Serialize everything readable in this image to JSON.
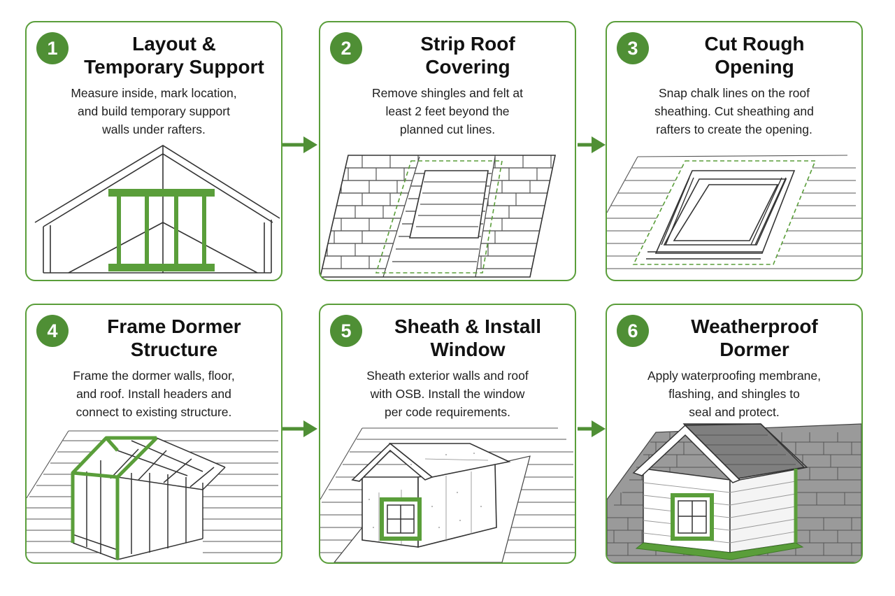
{
  "colors": {
    "accent": "#4f8f35",
    "border": "#5a9e3a",
    "line": "#333333"
  },
  "steps": [
    {
      "number": "1",
      "title": "Layout &\nTemporary Support",
      "description": "Measure inside, mark location,\nand build temporary support\nwalls under rafters."
    },
    {
      "number": "2",
      "title": "Strip Roof\nCovering",
      "description": "Remove shingles and felt at\nleast 2 feet beyond the\nplanned cut lines."
    },
    {
      "number": "3",
      "title": "Cut Rough\nOpening",
      "description": "Snap chalk lines on the roof\nsheathing. Cut sheathing and\nrafters to create the opening."
    },
    {
      "number": "4",
      "title": "Frame Dormer\nStructure",
      "description": "Frame the dormer walls, floor,\nand roof. Install headers and\nconnect to existing structure."
    },
    {
      "number": "5",
      "title": "Sheath & Install\nWindow",
      "description": "Sheath exterior walls and roof\nwith OSB. Install the window\nper code requirements."
    },
    {
      "number": "6",
      "title": "Weatherproof\nDormer",
      "description": "Apply waterproofing membrane,\nflashing, and shingles to\nseal and protect."
    }
  ]
}
